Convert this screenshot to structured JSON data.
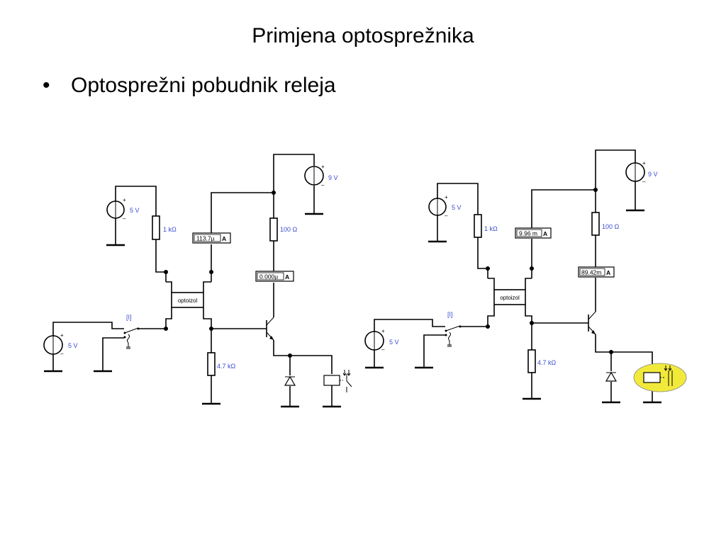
{
  "slide": {
    "title": "Primjena optosprežnika",
    "bullet": "Optosprežni pobudnik releja"
  },
  "circuits": [
    {
      "source_in": "5 V",
      "source_sw": "5 V",
      "source_supply": "9 V",
      "r_input": "1 kΩ",
      "r_collector": "100 Ω",
      "r_base": "4.7 kΩ",
      "optocoupler": "optoizol",
      "switch_key": "[I]",
      "ammeter_1": "113.7µ",
      "ammeter_2": "0.000µ",
      "ammeter_unit": "A",
      "relay_active": false
    },
    {
      "source_in": "5 V",
      "source_sw": "5 V",
      "source_supply": "9 V",
      "r_input": "1 kΩ",
      "r_collector": "100 Ω",
      "r_base": "4.7 kΩ",
      "optocoupler": "optoizol",
      "switch_key": "[I]",
      "ammeter_1": "9.96 m",
      "ammeter_2": "89.42m",
      "ammeter_unit": "A",
      "relay_active": true,
      "relay_highlight_color": "#f2ea3a"
    }
  ]
}
